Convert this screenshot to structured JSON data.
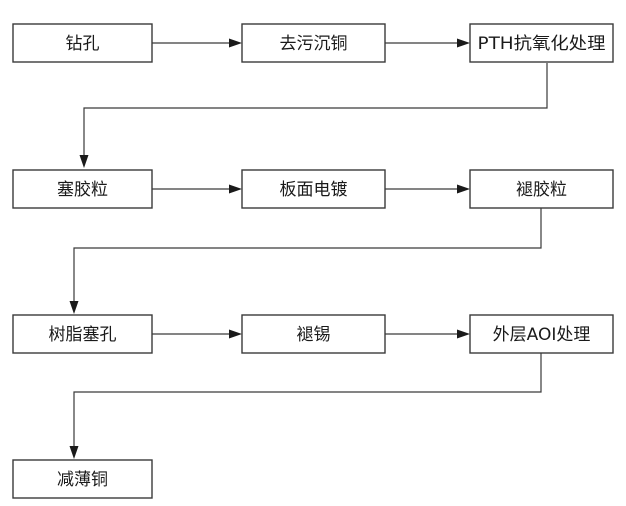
{
  "flowchart": {
    "steps": [
      {
        "id": "drill",
        "label": "钻孔"
      },
      {
        "id": "desmear-pth",
        "label": "去污沉铜"
      },
      {
        "id": "pth-anti-oxidation",
        "label": "PTH抗氧化处理"
      },
      {
        "id": "plug-paste",
        "label": "塞胶粒"
      },
      {
        "id": "panel-plating",
        "label": "板面电镀"
      },
      {
        "id": "remove-paste",
        "label": "褪胶粒"
      },
      {
        "id": "resin-plug",
        "label": "树脂塞孔"
      },
      {
        "id": "tin-strip",
        "label": "褪锡"
      },
      {
        "id": "outer-aoi",
        "label": "外层AOI处理"
      },
      {
        "id": "copper-thinning",
        "label": "减薄铜"
      }
    ],
    "connections": [
      {
        "from": "drill",
        "to": "desmear-pth"
      },
      {
        "from": "desmear-pth",
        "to": "pth-anti-oxidation"
      },
      {
        "from": "pth-anti-oxidation",
        "to": "plug-paste"
      },
      {
        "from": "plug-paste",
        "to": "panel-plating"
      },
      {
        "from": "panel-plating",
        "to": "remove-paste"
      },
      {
        "from": "remove-paste",
        "to": "resin-plug"
      },
      {
        "from": "resin-plug",
        "to": "tin-strip"
      },
      {
        "from": "tin-strip",
        "to": "outer-aoi"
      },
      {
        "from": "outer-aoi",
        "to": "copper-thinning"
      }
    ],
    "colors": {
      "stroke": "#3a3a3a",
      "text": "#1a1a1a",
      "background": "#ffffff"
    }
  }
}
